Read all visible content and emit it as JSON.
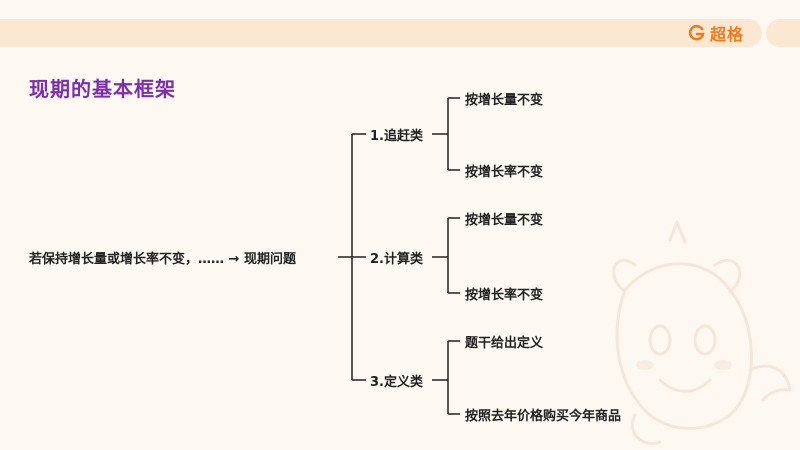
{
  "header": {
    "logo_text": "超格"
  },
  "slide": {
    "title": "现期的基本框架"
  },
  "diagram": {
    "root": "若保持增长量或增长率不变，…… → 现期问题",
    "branches": [
      {
        "label": "1.追赶类",
        "children": [
          "按增长量不变",
          "按增长率不变"
        ]
      },
      {
        "label": "2.计算类",
        "children": [
          "按增长量不变",
          "按增长率不变"
        ]
      },
      {
        "label": "3.定义类",
        "children": [
          "题干给出定义",
          "按照去年价格购买今年商品"
        ]
      }
    ]
  },
  "colors": {
    "title": "#7b2fa8",
    "brand": "#f07a1e",
    "banner": "#fbe7d2",
    "background": "#fdf8f2"
  }
}
